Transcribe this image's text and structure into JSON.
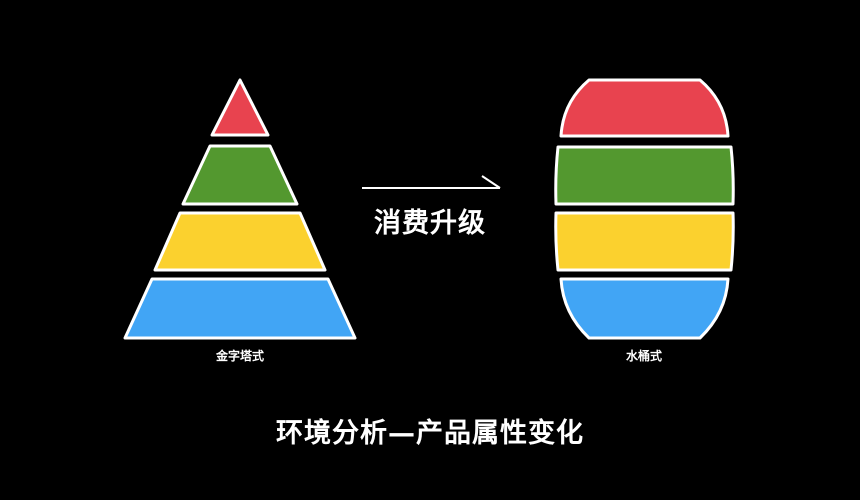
{
  "pyramid": {
    "caption": "金字塔式",
    "layers": [
      {
        "color": "#e8434f"
      },
      {
        "color": "#53982f"
      },
      {
        "color": "#fbd12e"
      },
      {
        "color": "#41a5f5"
      }
    ]
  },
  "transition": {
    "label": "消费升级"
  },
  "bucket": {
    "caption": "水桶式",
    "layers": [
      {
        "color": "#e8434f"
      },
      {
        "color": "#53982f"
      },
      {
        "color": "#fbd12e"
      },
      {
        "color": "#41a5f5"
      }
    ]
  },
  "title": "环境分析—产品属性变化",
  "colors": {
    "background": "#000000",
    "outline": "#ffffff",
    "text": "#ffffff"
  }
}
